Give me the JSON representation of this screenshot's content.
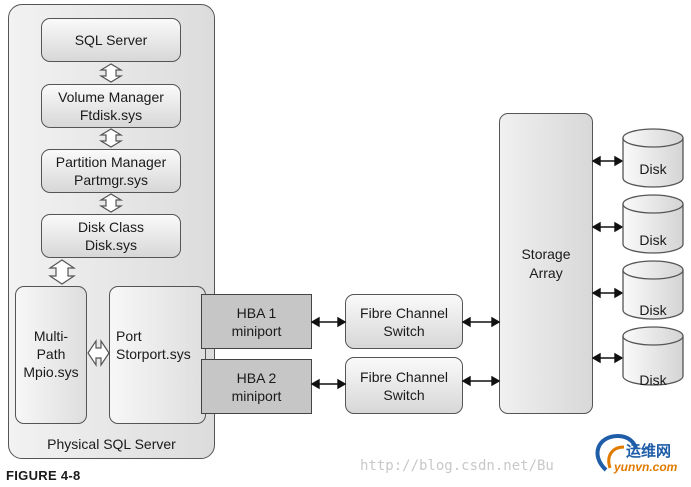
{
  "figure_label": "FIGURE 4-8",
  "host": {
    "label": "Physical SQL Server",
    "layers": {
      "sql_server": [
        "SQL Server"
      ],
      "volume_manager": [
        "Volume Manager",
        "Ftdisk.sys"
      ],
      "partition_manager": [
        "Partition Manager",
        "Partmgr.sys"
      ],
      "disk_class": [
        "Disk Class",
        "Disk.sys"
      ]
    },
    "mpio": [
      "Multi-",
      "Path",
      "Mpio.sys"
    ],
    "port": [
      "Port",
      "Storport.sys"
    ]
  },
  "hbas": [
    {
      "line1": "HBA 1",
      "line2": "miniport"
    },
    {
      "line1": "HBA 2",
      "line2": "miniport"
    }
  ],
  "switches": [
    {
      "line1": "Fibre Channel",
      "line2": "Switch"
    },
    {
      "line1": "Fibre Channel",
      "line2": "Switch"
    }
  ],
  "storage_array": {
    "line1": "Storage",
    "line2": "Array"
  },
  "disks": [
    "Disk",
    "Disk",
    "Disk",
    "Disk"
  ],
  "watermark": "http://blog.csdn.net/Bu",
  "logo": {
    "text": "运维网",
    "sub": "yunvn.com"
  },
  "colors": {
    "hba_fill": "#c6c6c6",
    "outline": "#555555",
    "logo_blue": "#1f5da8",
    "logo_orange": "#e07b00"
  }
}
